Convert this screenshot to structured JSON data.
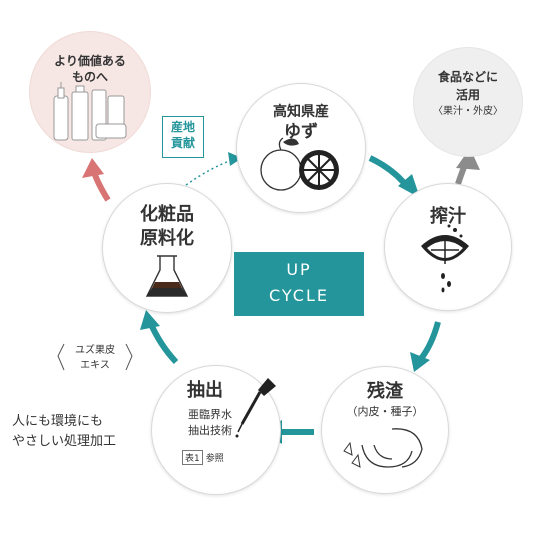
{
  "nodes": {
    "kochi": {
      "line1": "高知県産",
      "line2": "ゆず"
    },
    "press": {
      "label": "搾汁"
    },
    "residue": {
      "label": "残渣",
      "sub": "（内皮・種子）"
    },
    "extract": {
      "label": "抽出",
      "line1": "亜臨界水",
      "line2": "抽出技術",
      "ref_box": "表1",
      "ref_text": "参照"
    },
    "cosmetic": {
      "line1": "化粧品",
      "line2": "原料化"
    },
    "value": {
      "line1": "より価値ある",
      "line2": "ものへ"
    },
    "food": {
      "line1": "食品などに",
      "line2": "活用",
      "line3": "〈果汁・外皮〉"
    }
  },
  "center": {
    "line1": "UP",
    "line2": "CYCLE"
  },
  "callouts": {
    "regional": {
      "line1": "産地",
      "line2": "貢献"
    },
    "yuzu_extract": {
      "line1": "ユズ果皮",
      "line2": "エキス"
    },
    "eco": {
      "line1": "人にも環境にも",
      "line2": "やさしい処理加工"
    }
  },
  "colors": {
    "teal": "#23959b",
    "red": "#d97475",
    "gray": "#8c8c8c"
  }
}
